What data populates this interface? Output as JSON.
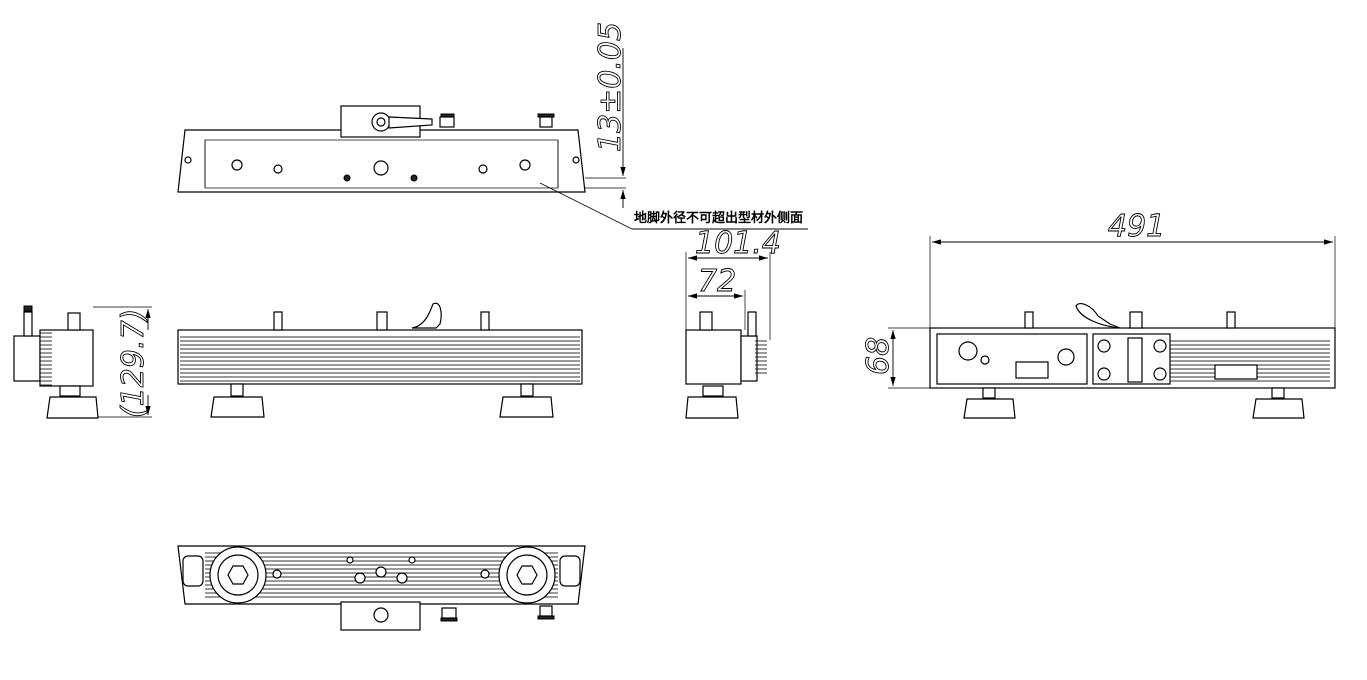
{
  "drawing": {
    "dimensions": {
      "height_tolerance": "13±0.05",
      "end_width": "101.4",
      "end_inner_width": "72",
      "side_height": "(129.7)",
      "length": "491",
      "profile_height": "68"
    },
    "notes": {
      "foot_note": "地脚外径不可超出型材外侧面"
    },
    "colors": {
      "line": "#000000",
      "background": "#ffffff"
    }
  }
}
